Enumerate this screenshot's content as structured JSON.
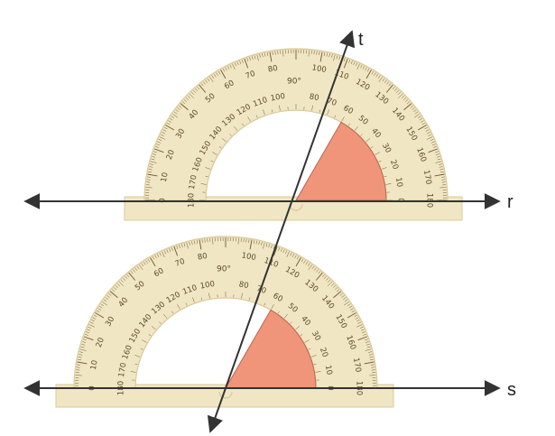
{
  "line_labels": {
    "t": "t",
    "r": "r",
    "s": "s"
  },
  "protractors": [
    {
      "id": "upper",
      "line": "r",
      "degree_label": "90°"
    },
    {
      "id": "lower",
      "line": "s",
      "degree_label": "90°"
    }
  ],
  "outer_scale": [
    "0",
    "10",
    "20",
    "30",
    "40",
    "50",
    "60",
    "70",
    "80",
    "",
    "100",
    "110",
    "120",
    "130",
    "140",
    "150",
    "160",
    "170",
    "180"
  ],
  "inner_scale": [
    "180",
    "170",
    "160",
    "150",
    "140",
    "130",
    "120",
    "110",
    "100",
    "",
    "80",
    "70",
    "60",
    "50",
    "40",
    "30",
    "20",
    "10",
    "0"
  ],
  "colors": {
    "protractor_fill": "#f1e6c3",
    "protractor_edge": "#d9c99a",
    "tick": "#6b5a30",
    "angle_fill": "#f0957a",
    "line": "#333333"
  }
}
